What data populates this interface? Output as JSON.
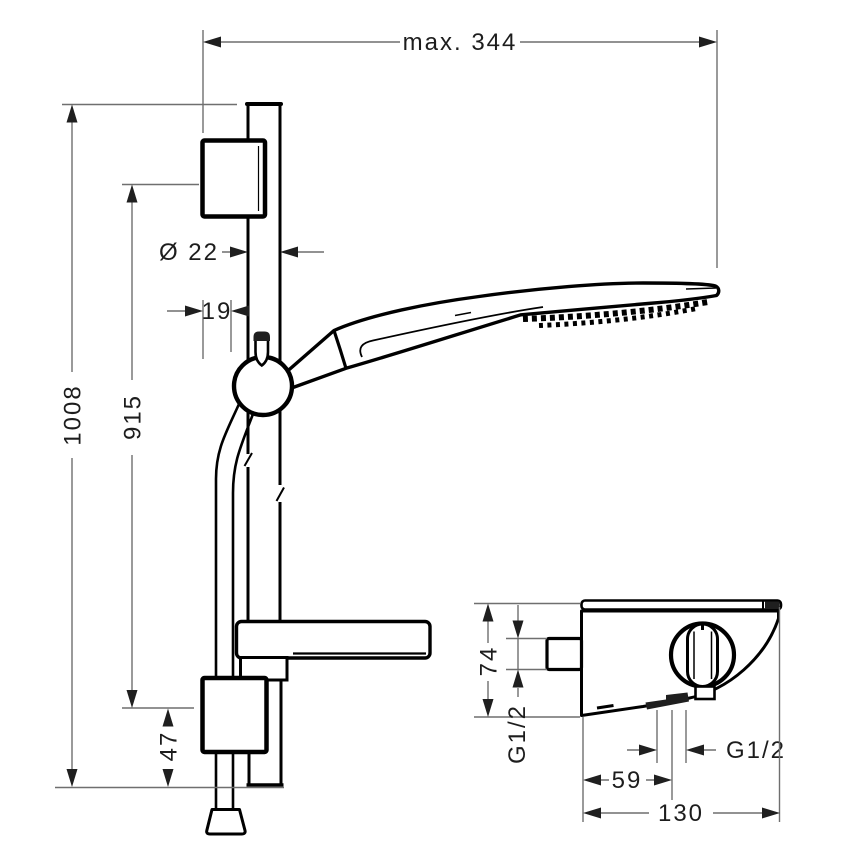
{
  "drawing": {
    "labels": {
      "max_width": "max. 344",
      "total_height": "1008",
      "rail_height": "915",
      "rail_diameter": "Ø 22",
      "rail_offset": "19",
      "bottom_offset": "47",
      "valve_height": "74",
      "inlet_thread": "G1/2",
      "outlet_thread": "G1/2",
      "outlet_offset": "59",
      "valve_width": "130"
    },
    "colors": {
      "ink": "#000000",
      "dimension_line": "#6f6f6f",
      "text": "#1d1d1d",
      "background": "#ffffff"
    }
  }
}
